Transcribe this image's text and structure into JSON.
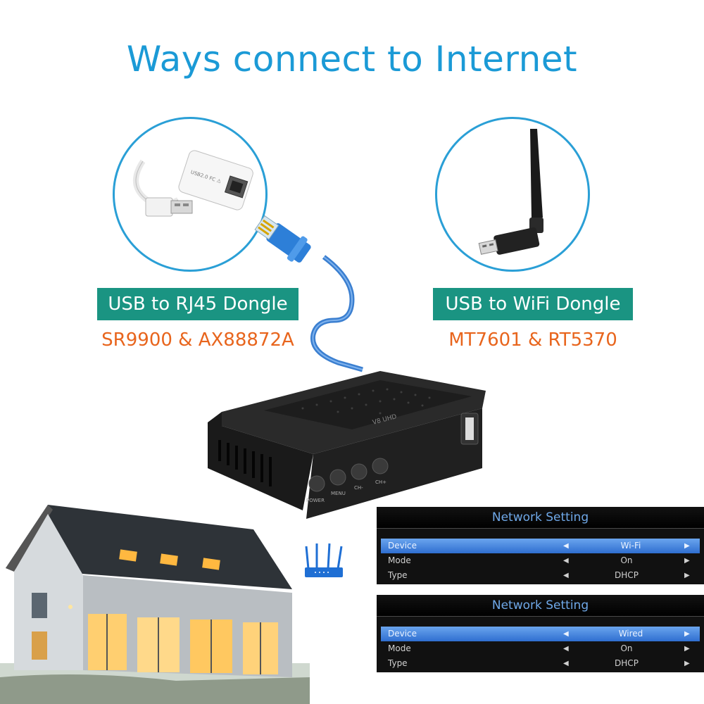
{
  "headline": "Ways connect to Internet",
  "rj45": {
    "label": "USB to RJ45 Dongle",
    "chips": "SR9900 & AX88872A"
  },
  "wifi": {
    "label": "USB to WiFi Dongle",
    "chips": "MT7601 & RT5370"
  },
  "device_buttons": [
    "POWER",
    "MENU",
    "CH-",
    "CH+"
  ],
  "device_brand": "V8 UHD",
  "panels": [
    {
      "title": "Network Setting",
      "rows": [
        {
          "key": "Device",
          "value": "Wi-Fi",
          "selected": true
        },
        {
          "key": "Mode",
          "value": "On",
          "selected": false
        },
        {
          "key": "Type",
          "value": "DHCP",
          "selected": false
        }
      ]
    },
    {
      "title": "Network Setting",
      "rows": [
        {
          "key": "Device",
          "value": "Wired",
          "selected": true
        },
        {
          "key": "Mode",
          "value": "On",
          "selected": false
        },
        {
          "key": "Type",
          "value": "DHCP",
          "selected": false
        }
      ]
    }
  ],
  "arrows": {
    "left": "◀",
    "right": "▶"
  },
  "colors": {
    "title": "#1b9ad6",
    "label_bg": "#1a9482",
    "chip_text": "#e8651d",
    "panel_text": "#6fa8e8"
  }
}
